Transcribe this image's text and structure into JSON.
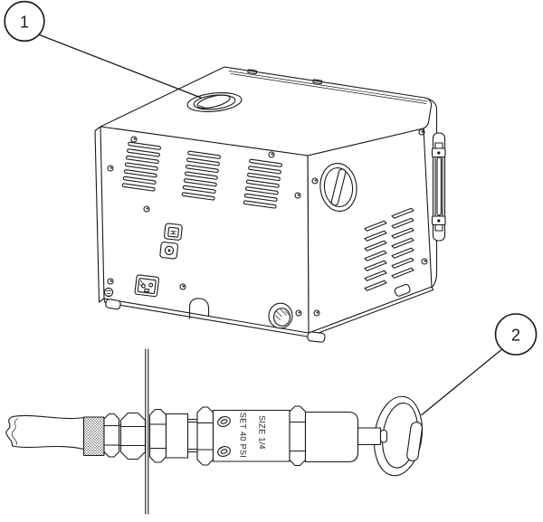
{
  "colors": {
    "ink": "#1a1a1a",
    "paper": "#ffffff"
  },
  "callouts": {
    "item1": "1",
    "item2": "2"
  },
  "valve_labels": {
    "size": "SIZE 1/4",
    "pressure": "SET 40 PSI"
  }
}
